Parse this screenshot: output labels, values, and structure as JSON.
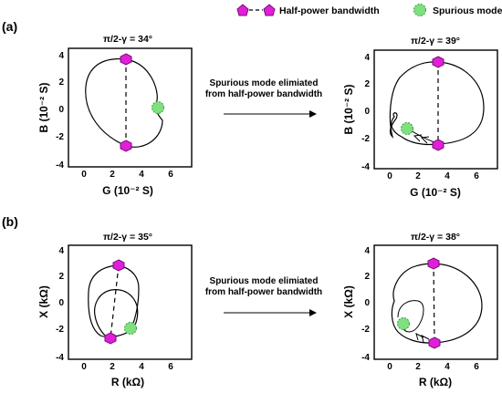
{
  "legend": {
    "half_power_label": "Half-power bandwidth",
    "spurious_label": "Spurious mode"
  },
  "colors": {
    "hexagon_fill": "#e020d8",
    "hexagon_stroke": "#7a0a7a",
    "spurious_fill": "#7ee07e",
    "spurious_stroke": "#3a9a3a",
    "curve": "#000000"
  },
  "section_a": {
    "label": "(a)",
    "arrow_text_line1": "Spurious mode elimiated",
    "arrow_text_line2": "from half-power bandwidth",
    "left_plot": {
      "title": "π/2-γ = 34°",
      "xlabel": "G (10⁻² S)",
      "ylabel": "B (10⁻² S)",
      "xticks": [
        "0",
        "2",
        "4",
        "6"
      ],
      "yticks": [
        "4",
        "2",
        "0",
        "-2",
        "-4"
      ],
      "icon": "admittance-loop-icon"
    },
    "right_plot": {
      "title": "π/2-γ = 39°",
      "xlabel": "G (10⁻² S)",
      "ylabel": "B (10⁻² S)",
      "xticks": [
        "0",
        "2",
        "4",
        "6"
      ],
      "yticks": [
        "4",
        "2",
        "0",
        "-2",
        "-4"
      ],
      "icon": "admittance-loop-icon"
    }
  },
  "section_b": {
    "label": "(b)",
    "arrow_text_line1": "Spurious mode elimiated",
    "arrow_text_line2": "from half-power bandwidth",
    "left_plot": {
      "title": "π/2-γ = 35°",
      "xlabel": "R (kΩ)",
      "ylabel": "X (kΩ)",
      "xticks": [
        "0",
        "2",
        "4",
        "6"
      ],
      "yticks": [
        "4",
        "2",
        "0",
        "-2",
        "-4"
      ],
      "icon": "impedance-loop-icon"
    },
    "right_plot": {
      "title": "π/2-γ = 38°",
      "xlabel": "R (kΩ)",
      "ylabel": "X (kΩ)",
      "xticks": [
        "0",
        "2",
        "4",
        "6"
      ],
      "yticks": [
        "4",
        "2",
        "0",
        "-2",
        "-4"
      ],
      "icon": "impedance-loop-icon"
    }
  }
}
